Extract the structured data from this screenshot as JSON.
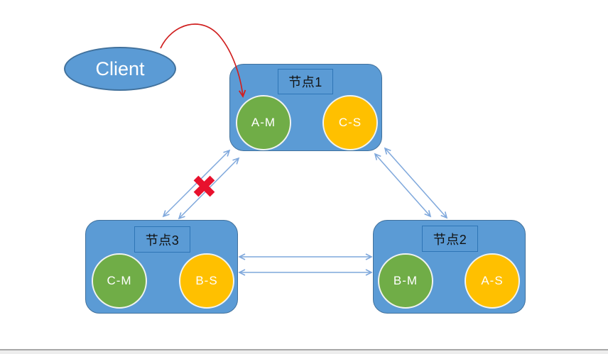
{
  "diagram": {
    "client": {
      "label": "Client"
    },
    "nodes": [
      {
        "name": "节点1",
        "members": [
          {
            "label": "A-M",
            "role": "master"
          },
          {
            "label": "C-S",
            "role": "slave"
          }
        ]
      },
      {
        "name": "节点3",
        "members": [
          {
            "label": "C-M",
            "role": "master"
          },
          {
            "label": "B-S",
            "role": "slave"
          }
        ]
      },
      {
        "name": "节点2",
        "members": [
          {
            "label": "B-M",
            "role": "master"
          },
          {
            "label": "A-S",
            "role": "slave"
          }
        ]
      }
    ],
    "connections": [
      {
        "from": "节点1",
        "to": "节点3",
        "style": "double-headed-arrow-pair",
        "status": "broken",
        "marker": "red-x"
      },
      {
        "from": "节点1",
        "to": "节点2",
        "style": "double-headed-arrow-pair",
        "status": "ok"
      },
      {
        "from": "节点3",
        "to": "节点2",
        "style": "double-headed-arrow-pair",
        "status": "ok"
      }
    ],
    "client_request": {
      "from": "Client",
      "to": "A-M",
      "style": "red-curved-arrow"
    }
  },
  "colors": {
    "node_fill": "#5B9BD5",
    "node_border": "#41719C",
    "label_box_border": "#2E75B6",
    "master_green": "#70AD47",
    "slave_yellow": "#FFC000",
    "circle_border": "#F0F3F0",
    "arrow_blue": "#7FA8DC",
    "client_arrow_red": "#D02020",
    "x_red": "#E8112D"
  }
}
